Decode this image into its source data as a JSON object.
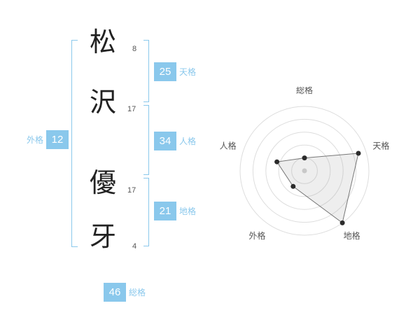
{
  "name": {
    "characters": [
      {
        "char": "松",
        "strokes": "8"
      },
      {
        "char": "沢",
        "strokes": "17"
      },
      {
        "char": "優",
        "strokes": "17"
      },
      {
        "char": "牙",
        "strokes": "4"
      }
    ]
  },
  "grades": {
    "tenkaku": {
      "label": "天格",
      "value": "25"
    },
    "jinkaku": {
      "label": "人格",
      "value": "34"
    },
    "chikaku": {
      "label": "地格",
      "value": "21"
    },
    "gaikaku": {
      "label": "外格",
      "value": "12"
    },
    "soukaku": {
      "label": "総格",
      "value": "46"
    }
  },
  "colors": {
    "accent": "#8ac8ec",
    "chart_ring": "#dddddd",
    "chart_fill": "rgba(160,160,160,0.18)",
    "chart_line": "#777777",
    "chart_point": "#2b2b2b",
    "chart_center_dot": "#c8c8c8"
  },
  "chart_data": {
    "type": "radar",
    "axes": [
      "総格",
      "天格",
      "地格",
      "外格",
      "人格"
    ],
    "values": [
      20,
      88,
      100,
      30,
      45
    ],
    "max": 100,
    "rings": 5,
    "angles_deg": [
      90,
      18,
      -54,
      234,
      162
    ],
    "grid": "concentric-circles",
    "legend": "none",
    "title": ""
  }
}
